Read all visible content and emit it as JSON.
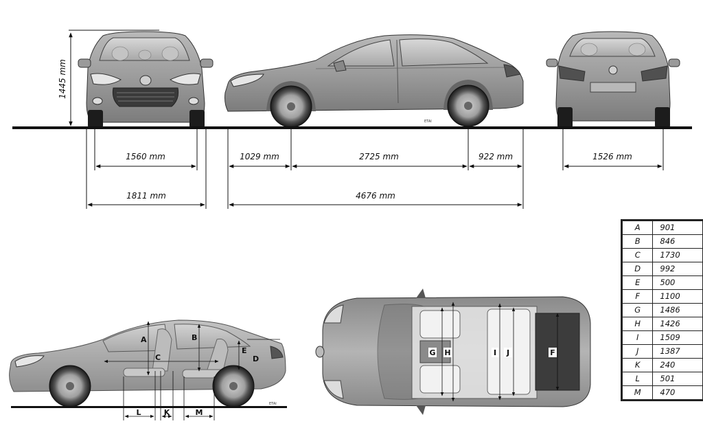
{
  "front_view": {
    "height": "1445 mm",
    "track_width": "1560 mm",
    "overall_width": "1811 mm"
  },
  "side_view": {
    "front_overhang": "1029 mm",
    "wheelbase": "2725 mm",
    "rear_overhang": "922 mm",
    "overall_length": "4676 mm",
    "badge": "ETAI"
  },
  "rear_view": {
    "rear_track": "1526 mm"
  },
  "interior_side_view": {
    "labels": [
      "A",
      "B",
      "C",
      "D",
      "E"
    ],
    "bottom_labels": [
      "L",
      "K",
      "M"
    ],
    "badge": "ETAI"
  },
  "top_view": {
    "labels": [
      "G",
      "H",
      "I",
      "J",
      "F"
    ]
  },
  "spec_table": [
    {
      "key": "A",
      "value": "901"
    },
    {
      "key": "B",
      "value": "846"
    },
    {
      "key": "C",
      "value": "1730"
    },
    {
      "key": "D",
      "value": "992"
    },
    {
      "key": "E",
      "value": "500"
    },
    {
      "key": "F",
      "value": "1100"
    },
    {
      "key": "G",
      "value": "1486"
    },
    {
      "key": "H",
      "value": "1426"
    },
    {
      "key": "I",
      "value": "1509"
    },
    {
      "key": "J",
      "value": "1387"
    },
    {
      "key": "K",
      "value": "240"
    },
    {
      "key": "L",
      "value": "501"
    },
    {
      "key": "M",
      "value": "470"
    }
  ]
}
